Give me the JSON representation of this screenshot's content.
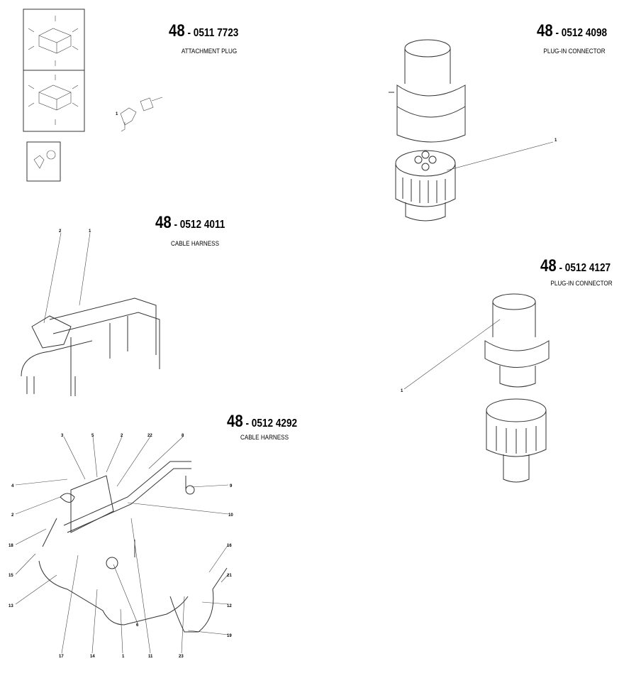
{
  "parts": [
    {
      "group": "48",
      "code": "- 0511 7723",
      "name": "ATTACHMENT PLUG",
      "callouts": [
        "1"
      ]
    },
    {
      "group": "48",
      "code": "- 0512 4098",
      "name": "PLUG-IN CONNECTOR",
      "callouts": [
        "1"
      ]
    },
    {
      "group": "48",
      "code": "- 0512 4011",
      "name": "CABLE HARNESS",
      "callouts": [
        "2",
        "1"
      ]
    },
    {
      "group": "48",
      "code": "- 0512 4127",
      "name": "PLUG-IN CONNECTOR",
      "callouts": [
        "1"
      ]
    },
    {
      "group": "48",
      "code": "- 0512 4292",
      "name": "CABLE HARNESS",
      "callouts": [
        "3",
        "5",
        "2",
        "22",
        "8",
        "4",
        "9",
        "2",
        "10",
        "18",
        "16",
        "21",
        "15",
        "13",
        "12",
        "6",
        "19",
        "17",
        "14",
        "1",
        "11",
        "23"
      ]
    }
  ]
}
